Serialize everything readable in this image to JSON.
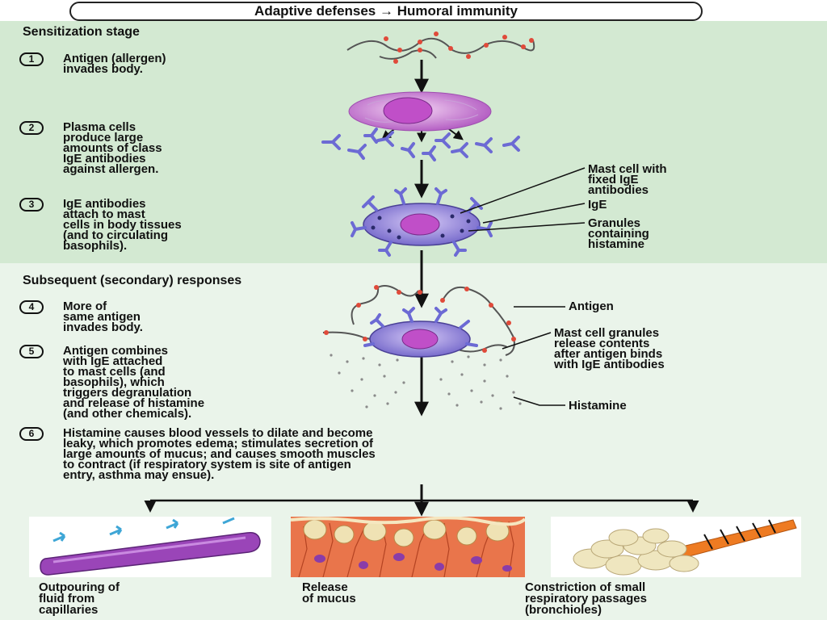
{
  "title": "Adaptive defenses → Humoral immunity",
  "sensitization": {
    "heading": "Sensitization stage",
    "steps": [
      {
        "num": "1",
        "text": "Antigen (allergen)\ninvades body."
      },
      {
        "num": "2",
        "text": "Plasma cells\nproduce large\namounts of class\nIgE antibodies\nagainst allergen."
      },
      {
        "num": "3",
        "text": "IgE antibodies\nattach to mast\ncells in body tissues\n(and to circulating\nbasophils)."
      }
    ],
    "labels": {
      "mast_cell": "Mast cell with\nfixed IgE\nantibodies",
      "ige": "IgE",
      "granules": "Granules\ncontaining\nhistamine"
    }
  },
  "subsequent": {
    "heading": "Subsequent (secondary)\nresponses",
    "steps": [
      {
        "num": "4",
        "text": "More of\nsame antigen\ninvades body."
      },
      {
        "num": "5",
        "text": "Antigen combines\nwith IgE attached\nto mast cells (and\nbasophils), which\ntriggers degranulation\nand release of histamine\n(and other chemicals)."
      },
      {
        "num": "6",
        "text": "Histamine causes blood vessels to dilate and become\nleaky, which promotes edema; stimulates secretion of\nlarge amounts of mucus; and causes smooth muscles\nto contract (if respiratory system is site of antigen\nentry, asthma may ensue)."
      }
    ],
    "labels": {
      "antigen": "Antigen",
      "granules_release": "Mast cell granules\nrelease contents\nafter antigen binds\nwith IgE antibodies",
      "histamine": "Histamine"
    }
  },
  "outcomes": [
    {
      "caption": "Outpouring of\nfluid from\ncapillaries"
    },
    {
      "caption": "Release\nof mucus"
    },
    {
      "caption": "Constriction of small\nrespiratory passages\n(bronchioles)"
    }
  ],
  "colors": {
    "panel_top": "#d3e9d2",
    "panel_bottom": "#eaf4ea",
    "cell_body": "#6f63c8",
    "nucleus": "#c04fc8",
    "antibody": "#6c6ad4",
    "antigen_bead": "#e04a3a",
    "vessel": "#9a45b8",
    "mucus_bg": "#e9754b",
    "alveoli": "#efe6bf"
  }
}
